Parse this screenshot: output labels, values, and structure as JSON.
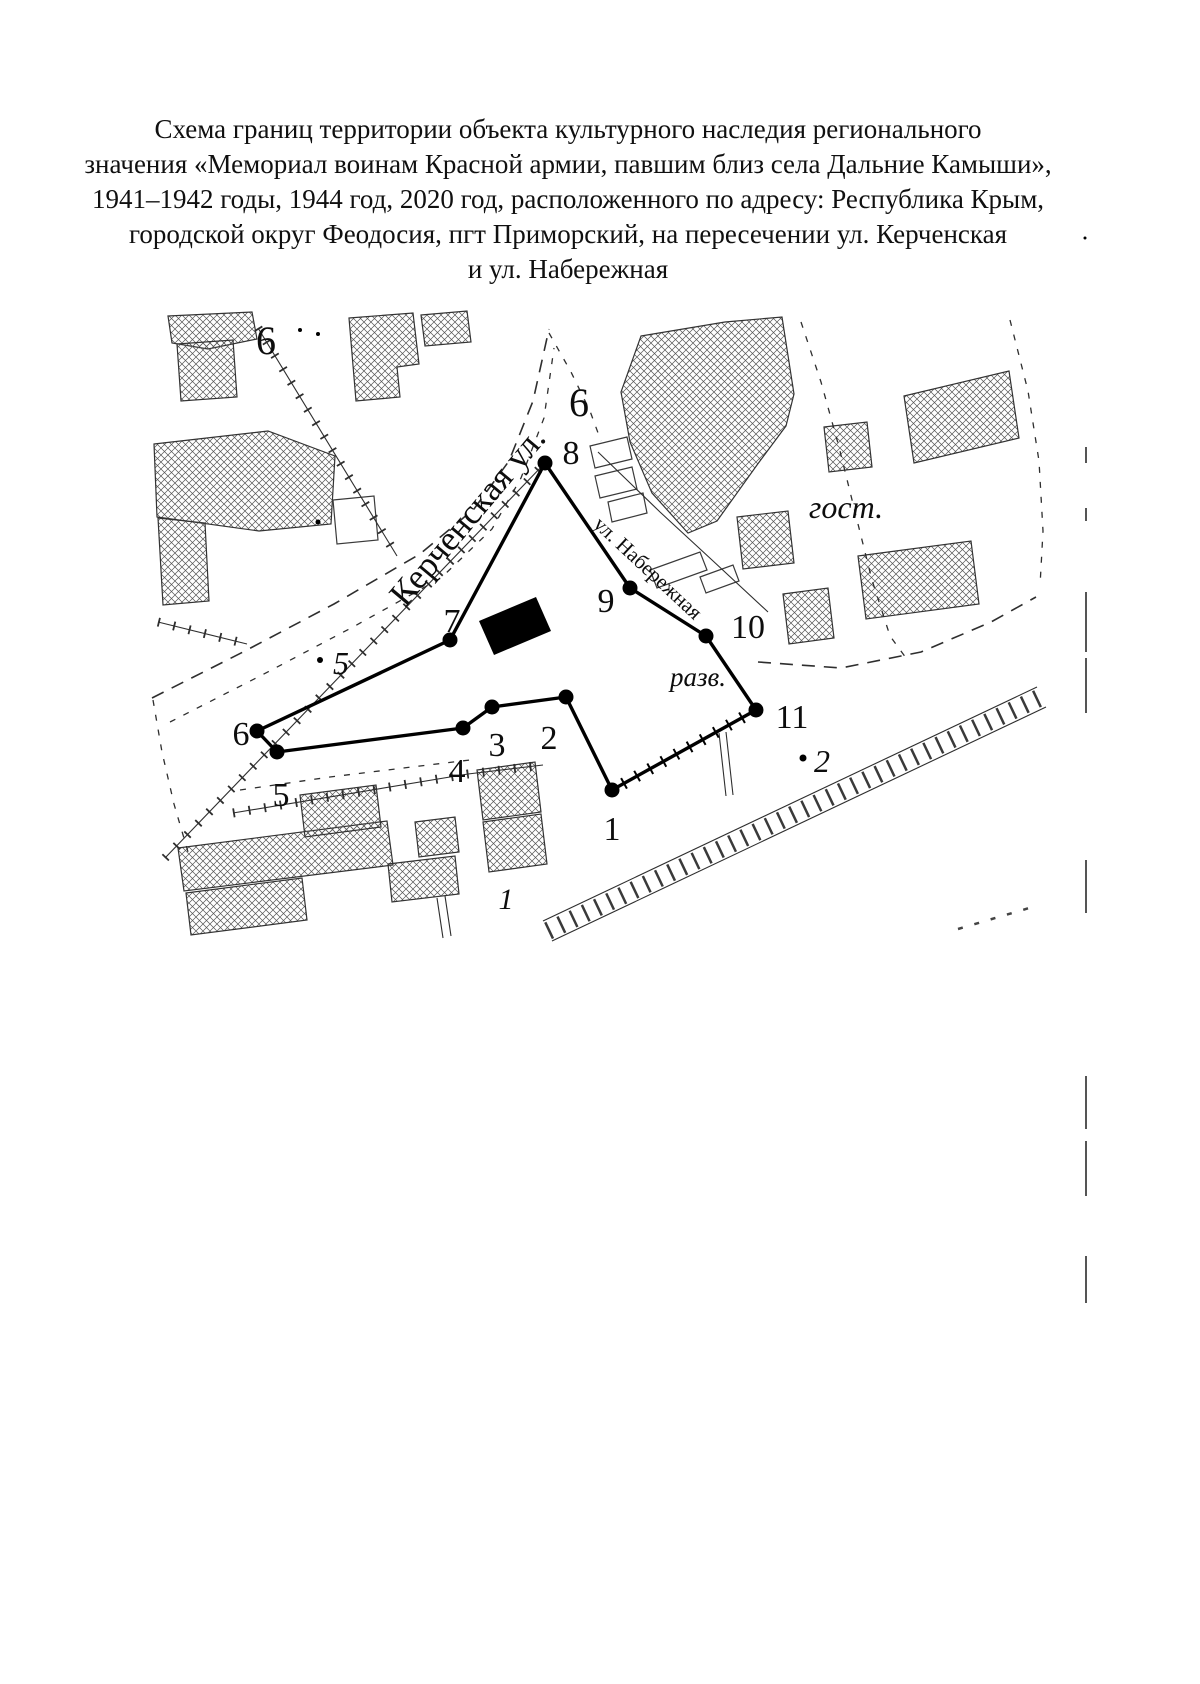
{
  "title": {
    "lines": [
      "Схема границ территории объекта культурного наследия регионального",
      "значения «Мемориал воинам Красной армии, павшим близ села Дальние Камыши»,",
      "1941–1942 годы, 1944 год, 2020 год, расположенного по адресу: Республика Крым,",
      "городской округ Феодосия, пгт Приморский, на пересечении ул. Керченская",
      "и ул. Набережная"
    ]
  },
  "map": {
    "street_labels": {
      "kerchenskaya": "Керченская ул.",
      "naberezhnaya": "ул. Набережная"
    },
    "area_labels": {
      "gost": "гост.",
      "razv": "разв.",
      "block_6_left": "6",
      "block_6_top": "6",
      "block_5": "5",
      "block_1": "1",
      "block_2": "2"
    },
    "point_labels": [
      "1",
      "2",
      "3",
      "4",
      "5",
      "6",
      "7",
      "8",
      "9",
      "10",
      "11"
    ]
  }
}
